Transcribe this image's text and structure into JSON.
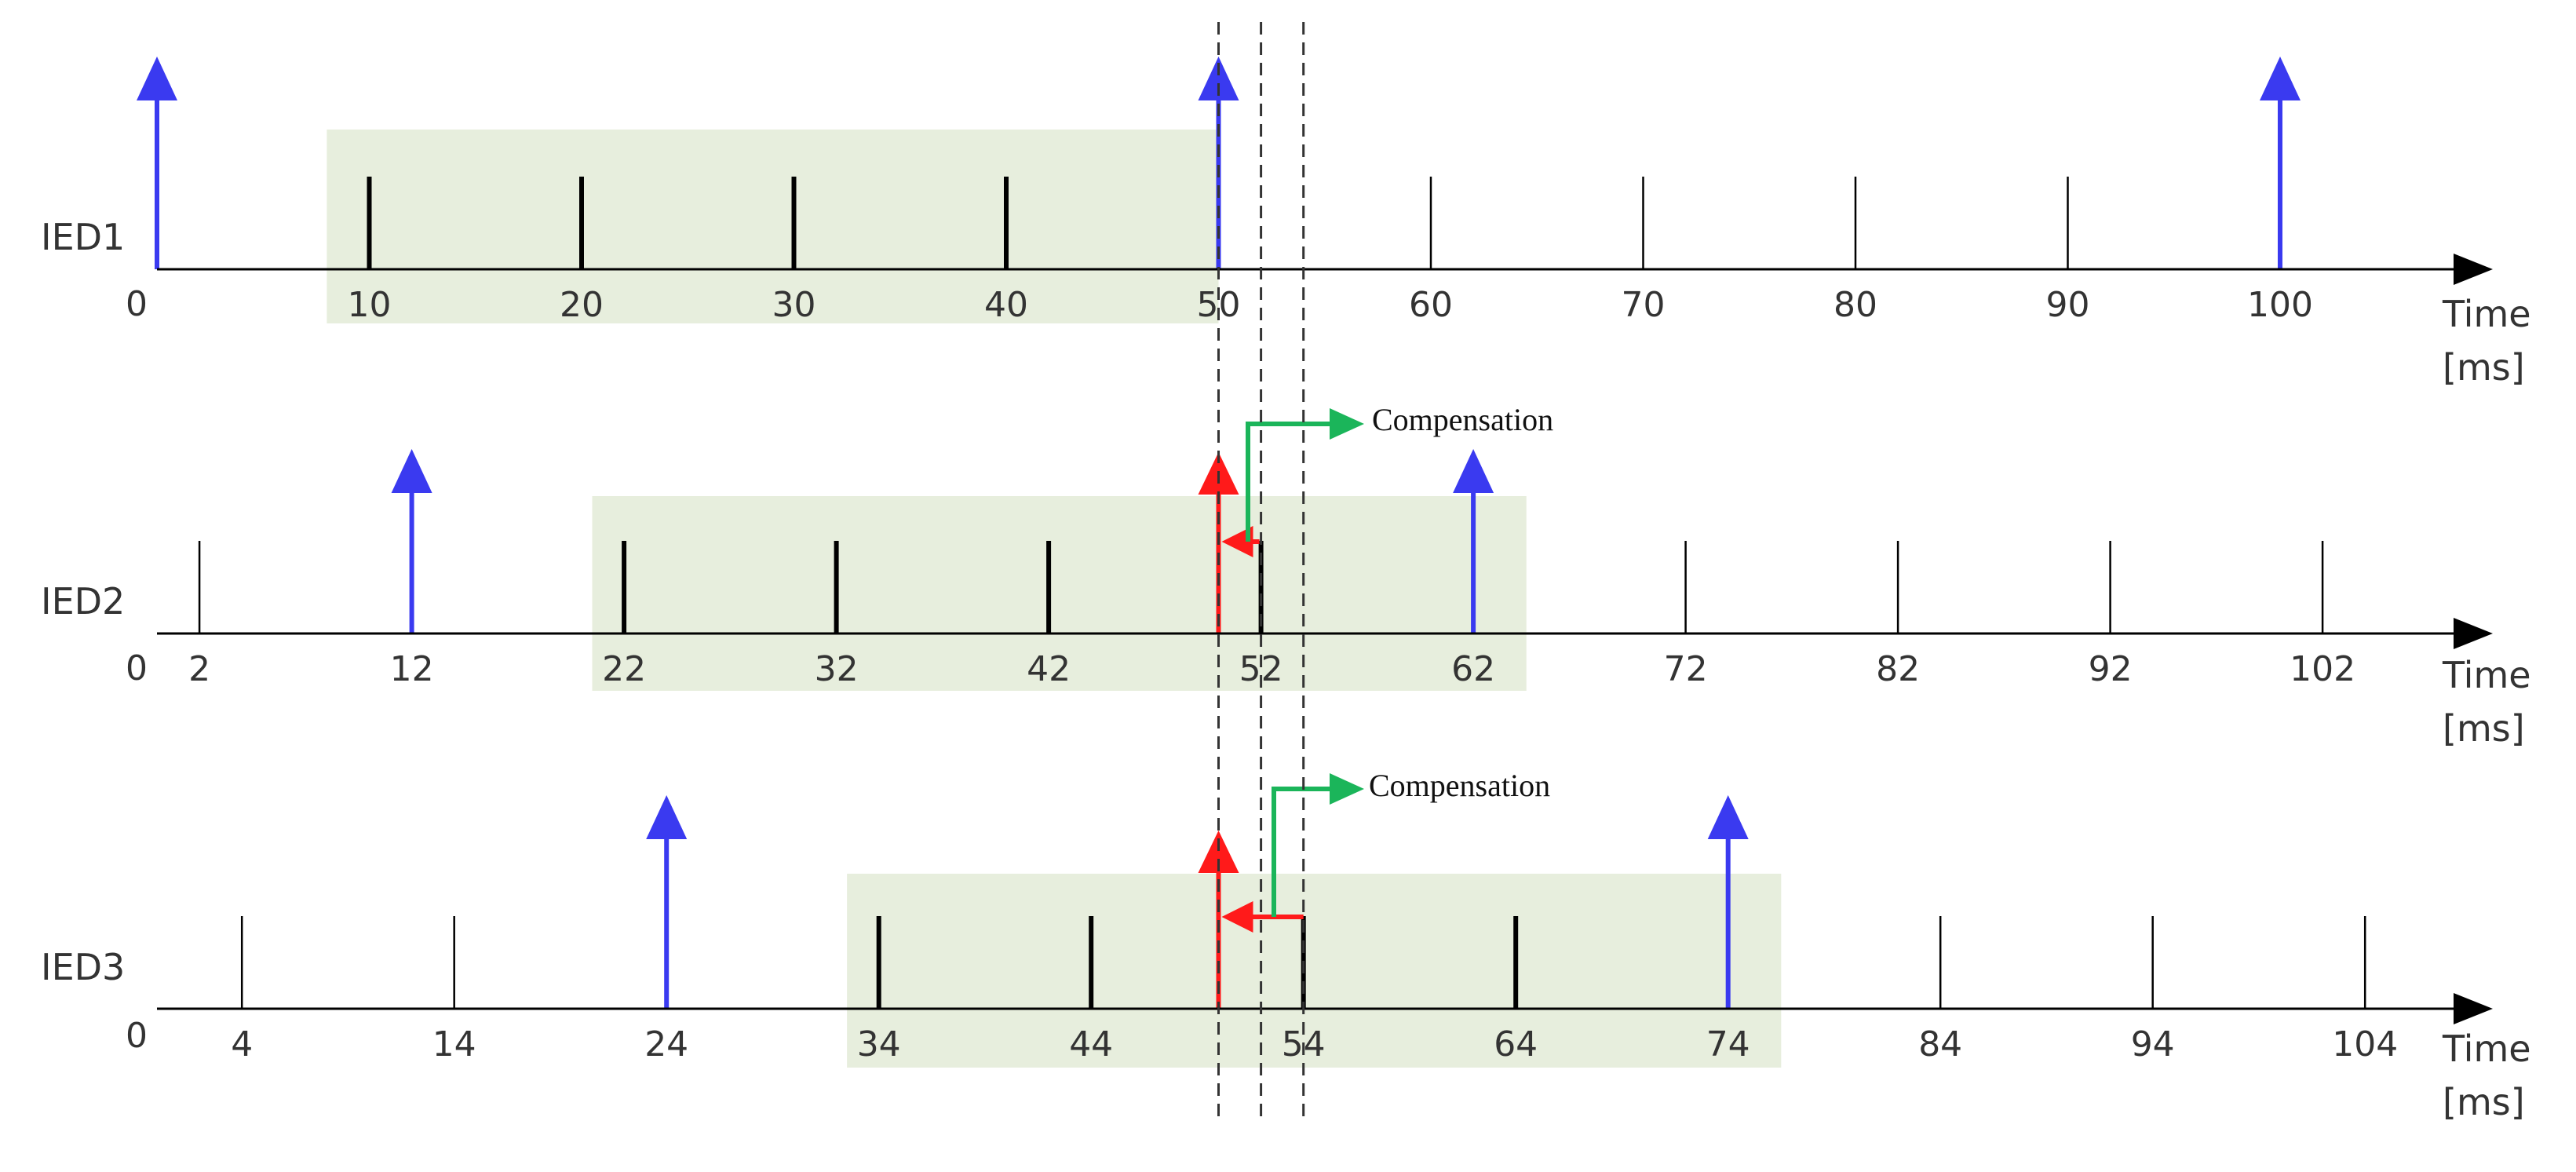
{
  "colors": {
    "window_shade": "#e7eedd",
    "axis": "#000000",
    "sample_tick": "#000000",
    "sync_arrow": "#3a3af0",
    "event_arrow": "#ff1a1a",
    "compensation": "#1bb55a",
    "guide_line": "#333333"
  },
  "rows": [
    {
      "name": "IED1",
      "origin_label": "0",
      "time_label_line1": "Time",
      "time_label_line2": "[ms]",
      "ticks": [
        10,
        20,
        30,
        40,
        60,
        70,
        80,
        90
      ],
      "bold_ticks": [
        10,
        20,
        30,
        40
      ],
      "blue_arrows": [
        0,
        50,
        100
      ],
      "tick_labels": [
        "10",
        "20",
        "30",
        "40",
        "50",
        "60",
        "70",
        "80",
        "90",
        "100"
      ],
      "window_range": [
        8,
        50
      ]
    },
    {
      "name": "IED2",
      "origin_label": "0",
      "time_label_line1": "Time",
      "time_label_line2": "[ms]",
      "ticks": [
        2,
        22,
        32,
        42,
        52,
        72,
        82,
        92,
        102
      ],
      "bold_ticks": [
        22,
        32,
        42,
        52
      ],
      "blue_arrows": [
        12,
        62
      ],
      "tick_labels": [
        "2",
        "12",
        "22",
        "32",
        "42",
        "52",
        "62",
        "72",
        "82",
        "92",
        "102"
      ],
      "window_range": [
        20.5,
        64.5
      ],
      "red_event": 50,
      "compensation_label": "Compensation"
    },
    {
      "name": "IED3",
      "origin_label": "0",
      "time_label_line1": "Time",
      "time_label_line2": "[ms]",
      "ticks": [
        4,
        14,
        34,
        44,
        54,
        64,
        84,
        94,
        104
      ],
      "bold_ticks": [
        34,
        44,
        54,
        64
      ],
      "blue_arrows": [
        24,
        74
      ],
      "tick_labels": [
        "4",
        "14",
        "24",
        "34",
        "44",
        "54",
        "64",
        "74",
        "84",
        "94",
        "104"
      ],
      "window_range": [
        32.5,
        76.5
      ],
      "red_event": 50,
      "compensation_label": "Compensation"
    }
  ],
  "guide_lines_ms": [
    50,
    52,
    54
  ]
}
